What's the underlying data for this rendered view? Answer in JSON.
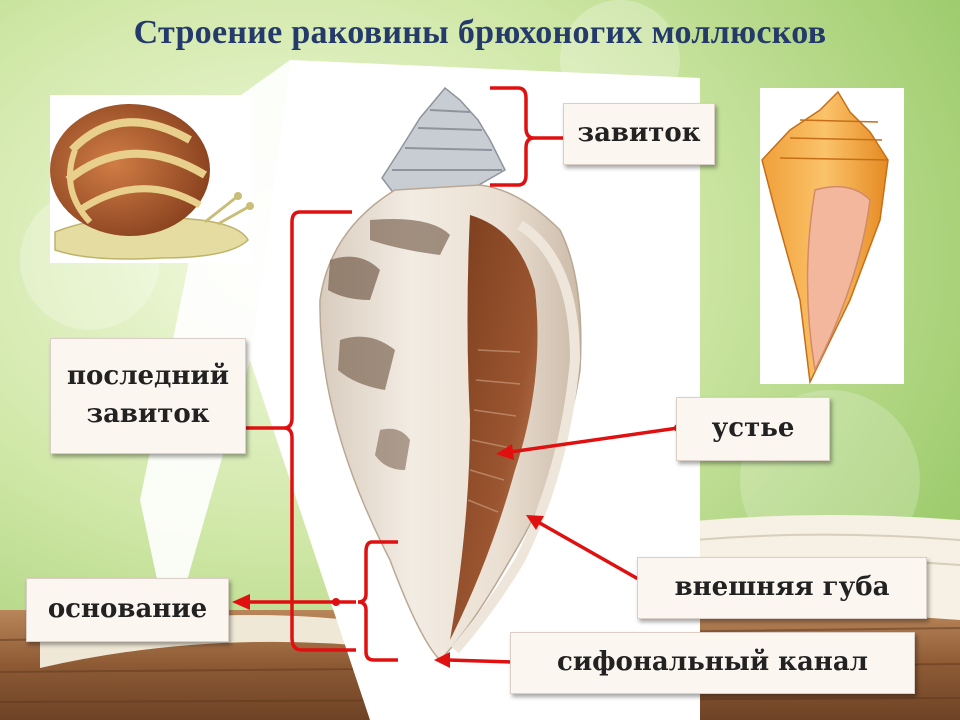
{
  "title": "Строение раковины брюхоногих моллюсков",
  "labels": {
    "spire": "завиток",
    "last_whorl_line1": "последний",
    "last_whorl_line2": "завиток",
    "aperture": "устье",
    "outer_lip": "внешняя губа",
    "base": "основание",
    "siphonal_canal": "сифональный канал"
  },
  "colors": {
    "title": "#243a6a",
    "pointer": "#e01010"
  }
}
